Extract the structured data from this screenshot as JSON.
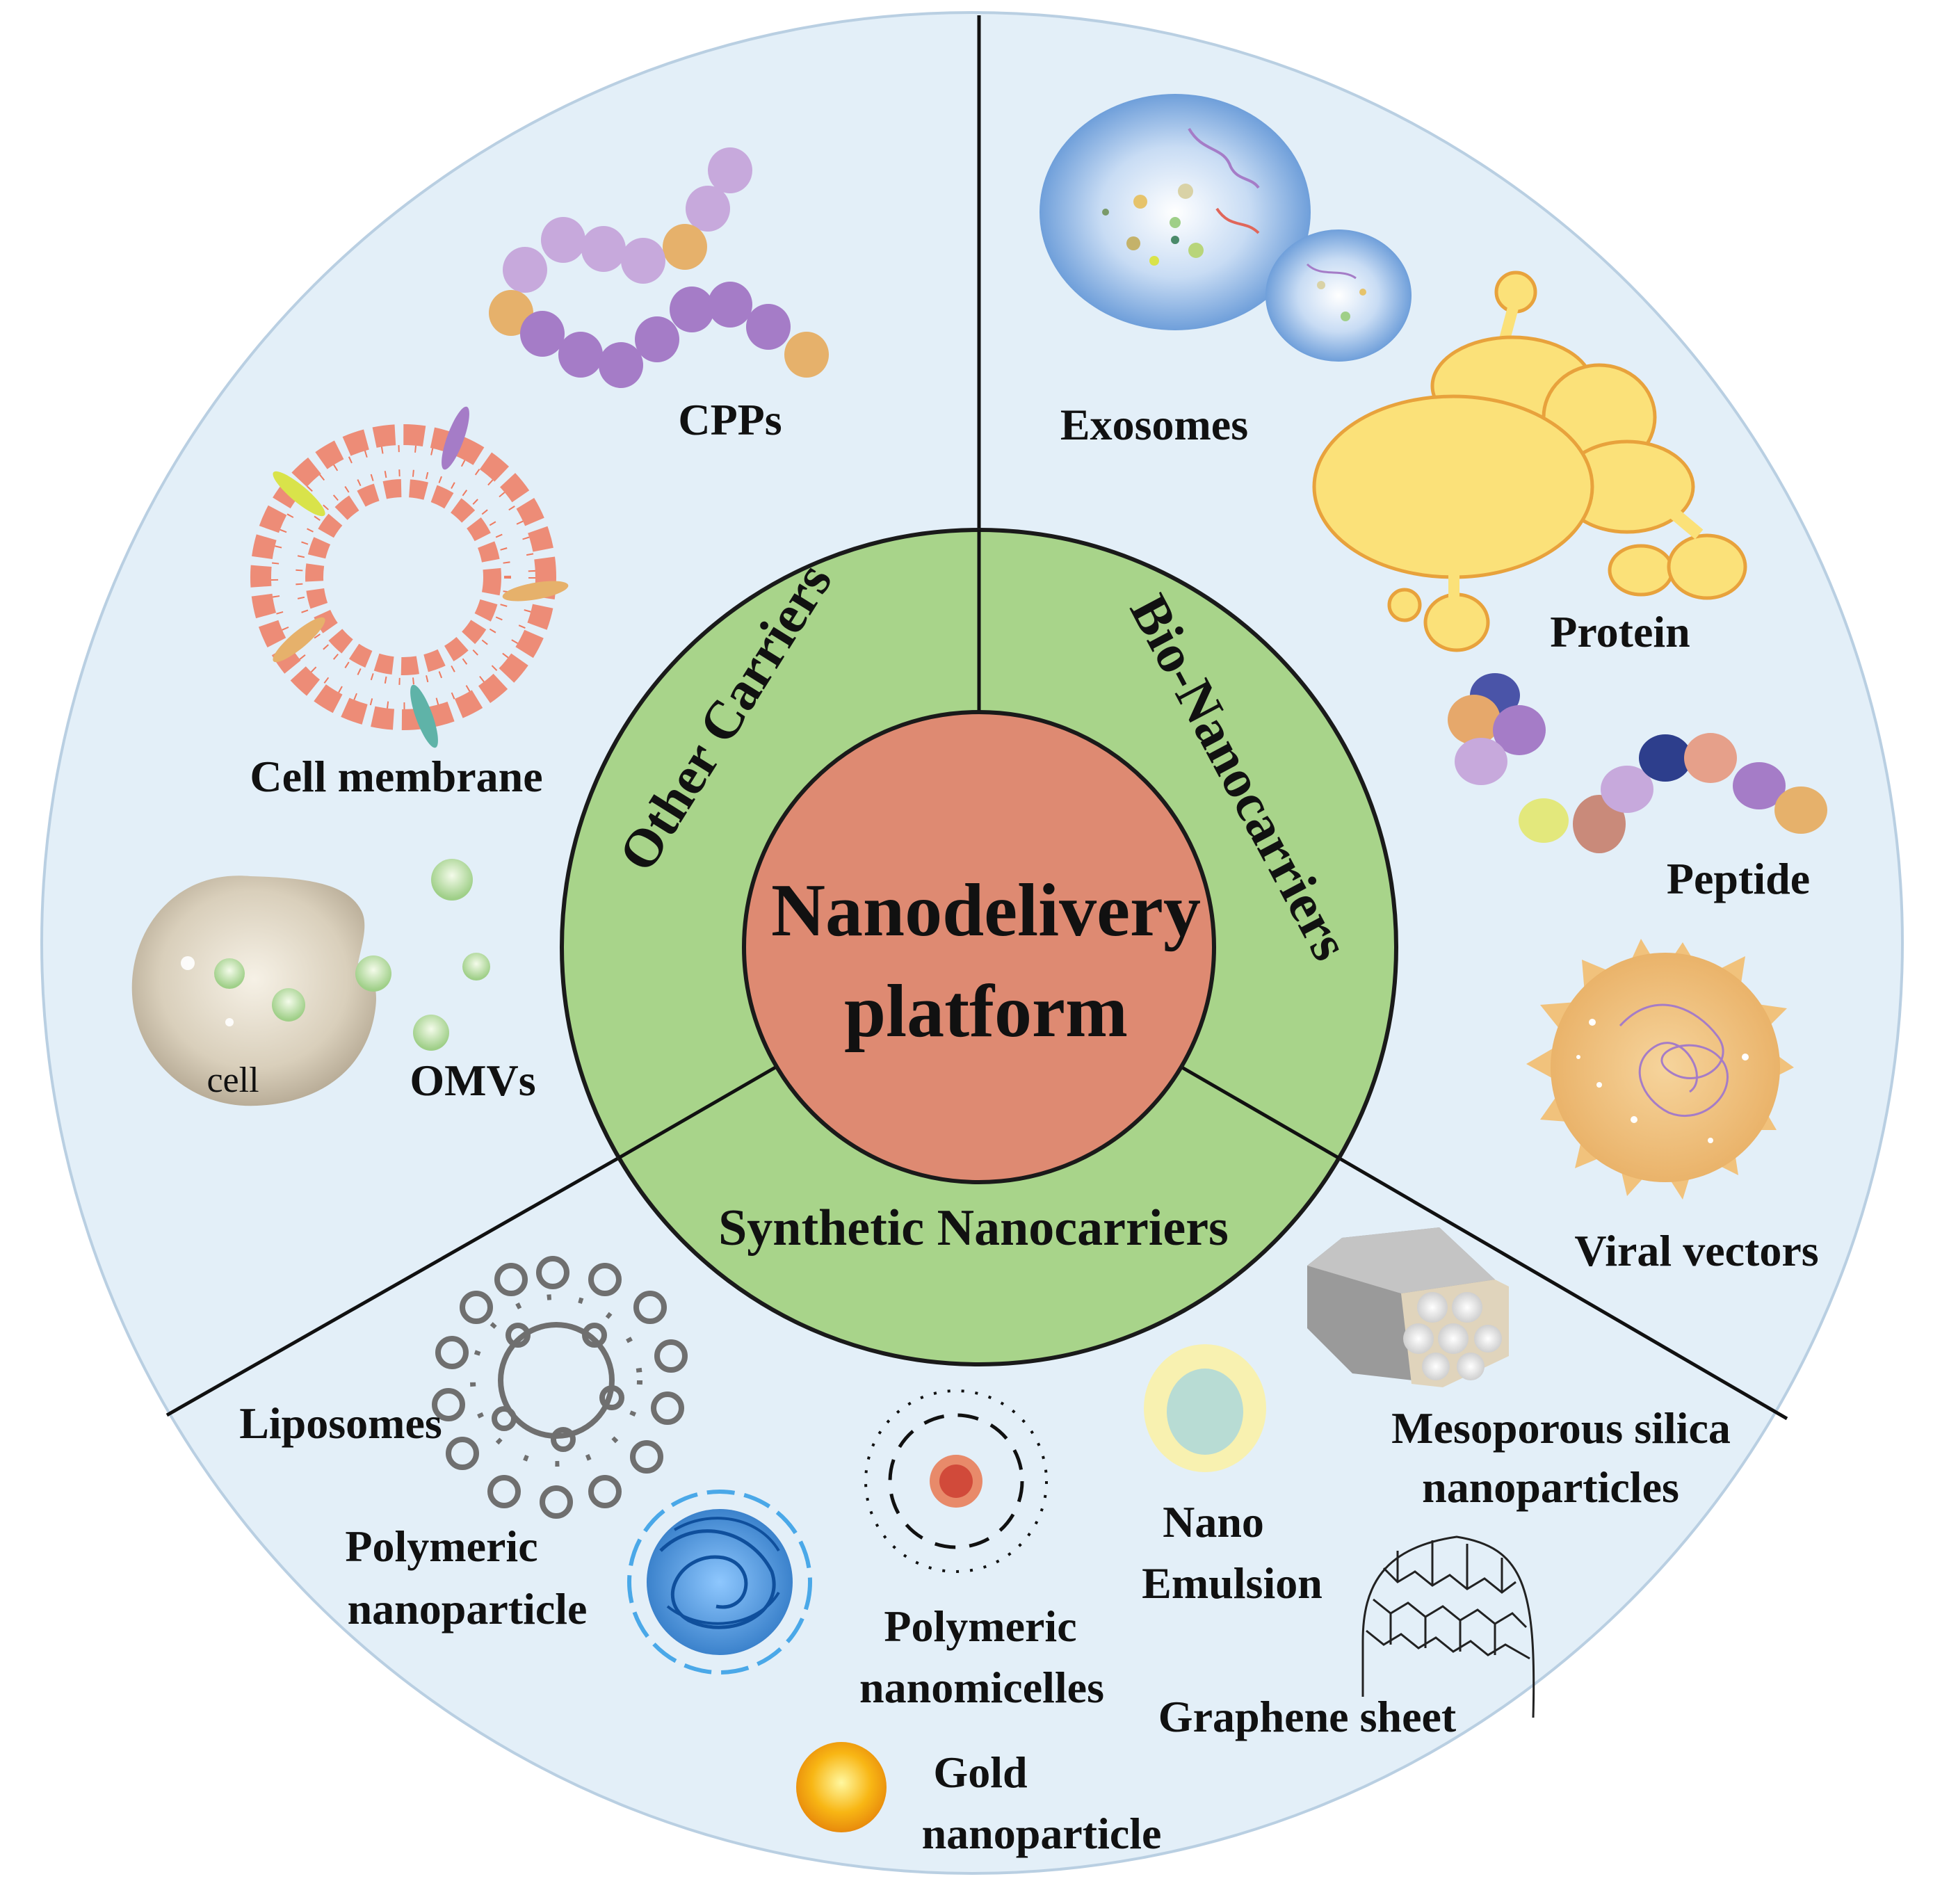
{
  "center": {
    "line1": "Nanodelivery",
    "line2": "platform"
  },
  "ring": {
    "other": "Other Carriers",
    "bio": "Bio-Nanocarriers",
    "synthetic": "Synthetic Nanocarriers"
  },
  "labels": {
    "cpps": "CPPs",
    "cell_membrane": "Cell membrane",
    "cell": "cell",
    "omvs": "OMVs",
    "exosomes": "Exosomes",
    "protein": "Protein",
    "peptide": "Peptide",
    "viral_vectors": "Viral vectors",
    "liposomes": "Liposomes",
    "polymeric_nanoparticle_1": "Polymeric",
    "polymeric_nanoparticle_2": "nanoparticle",
    "polymeric_nanomicelles_1": "Polymeric",
    "polymeric_nanomicelles_2": "nanomicelles",
    "nano_emulsion_1": "Nano",
    "nano_emulsion_2": "Emulsion",
    "mesoporous_1": "Mesoporous silica",
    "mesoporous_2": "nanoparticles",
    "graphene": "Graphene sheet",
    "gold_1": "Gold",
    "gold_2": "nanoparticle"
  },
  "colors": {
    "outer_fill": "#e3eff8",
    "ring_fill": "#a8d48a",
    "center_fill": "#de8a72",
    "cpp_light": "#c7a9dc",
    "cpp_dark": "#a57cc7",
    "cpp_orange": "#e6b16b",
    "membrane": "#ee7a60",
    "protein": "#fbe179",
    "protein_edge": "#e8a23c",
    "virus": "#f1c27c",
    "gold": "#f8b614"
  }
}
